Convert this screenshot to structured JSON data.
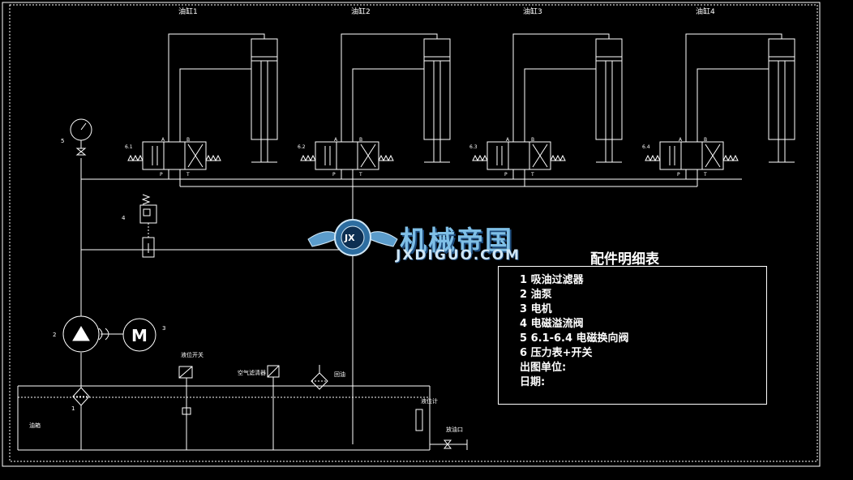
{
  "cylinders": [
    "油缸1",
    "油缸2",
    "油缸3",
    "油缸4"
  ],
  "valves": [
    "6.1",
    "6.2",
    "6.3",
    "6.4"
  ],
  "port_labels": {
    "a": "A",
    "b": "B",
    "p": "P",
    "t": "T"
  },
  "component_numbers": {
    "gauge": "5",
    "relief": "4",
    "pump": "2",
    "motor": "3",
    "filter": "1"
  },
  "tank_labels": {
    "level_switch": "液位开关",
    "air_filter": "空气滤清器",
    "return": "回油",
    "level_gauge": "液位计",
    "tank": "油箱",
    "drain": "放油口"
  },
  "motor_letter": "M",
  "watermark": {
    "title": "机械帝国",
    "subtitle": "JXDIGUO.COM",
    "logo": "JX"
  },
  "bom": {
    "title": "配件明细表",
    "items": [
      "1 吸油过滤器",
      "2 油泵",
      "3 电机",
      "4 电磁溢流阀",
      "5 6.1-6.4 电磁换向阀",
      "6 压力表+开关",
      "出图单位:",
      "日期:"
    ]
  }
}
